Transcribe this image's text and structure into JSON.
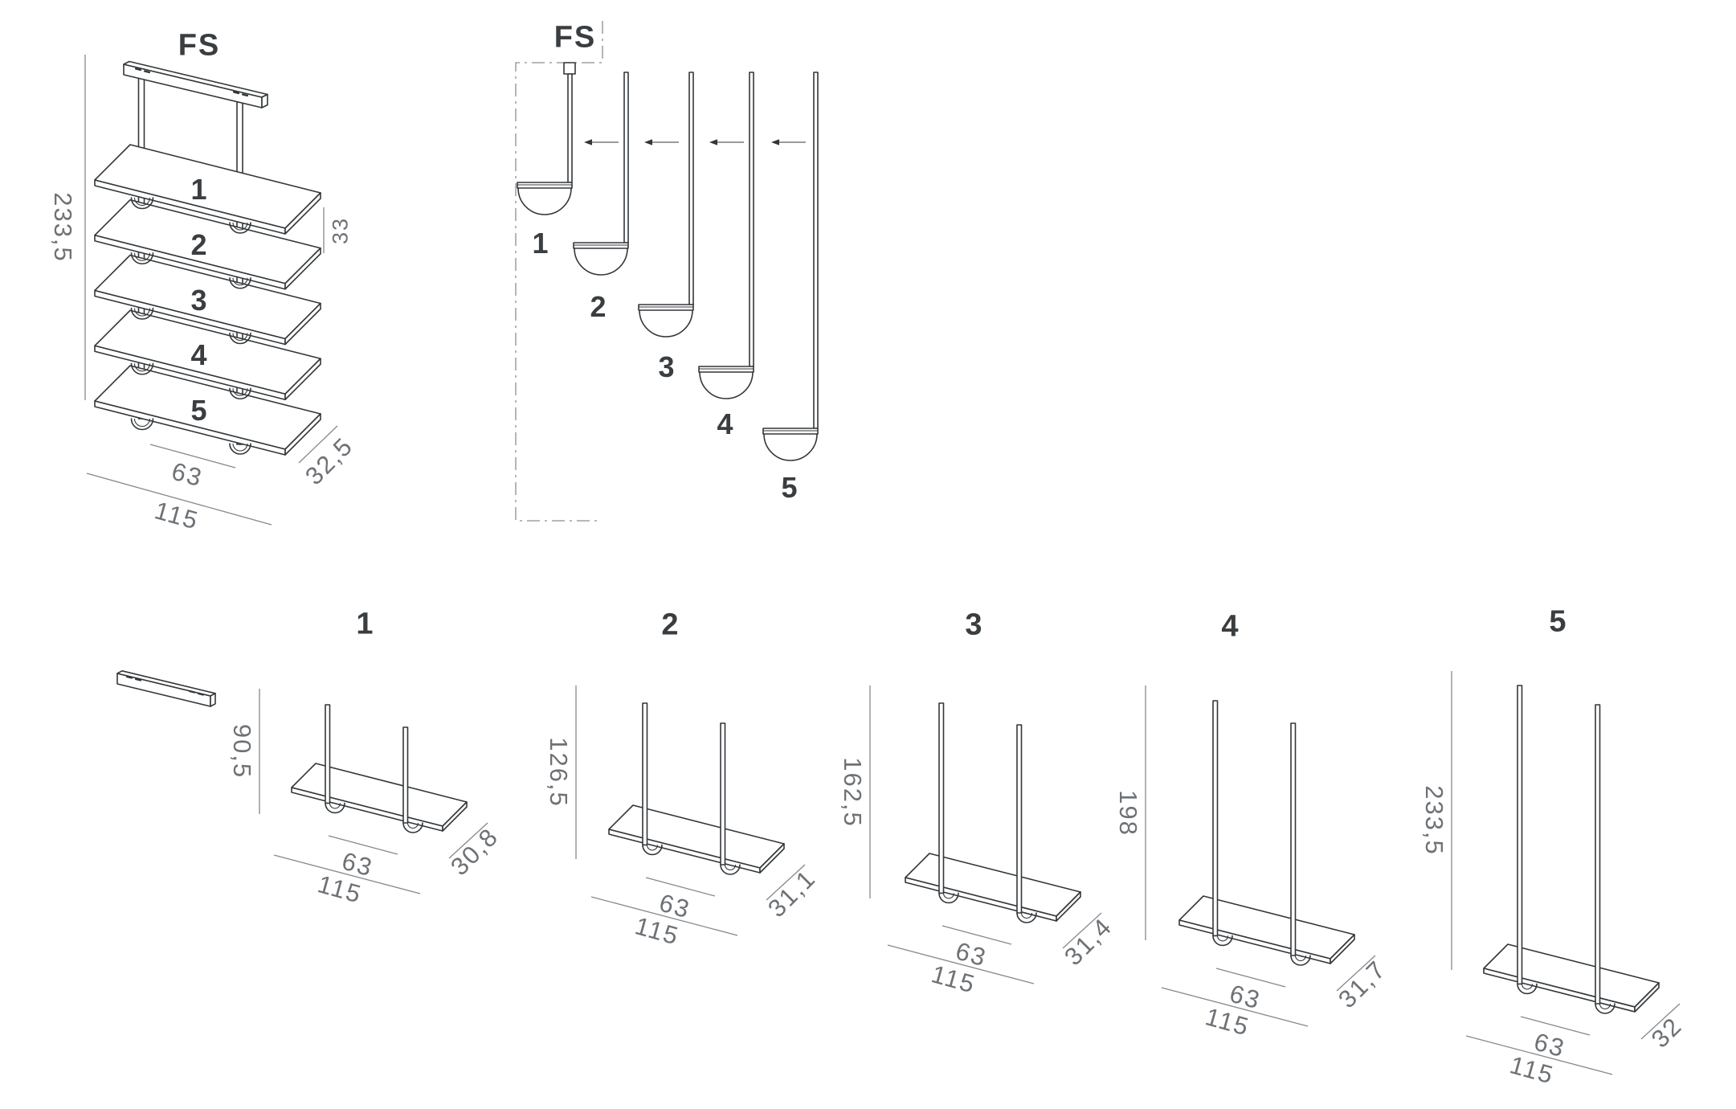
{
  "front_view": {
    "label": "FS",
    "height_dim": "233,5",
    "shelf_spacing_dim": "33",
    "inner_width_dim": "63",
    "outer_width_dim": "115",
    "depth_dim": "32,5",
    "shelf_numbers": [
      "1",
      "2",
      "3",
      "4",
      "5"
    ]
  },
  "side_view": {
    "label": "FS",
    "hook_numbers": [
      "1",
      "2",
      "3",
      "4",
      "5"
    ]
  },
  "configs": [
    {
      "label": "1",
      "height_dim": "90,5",
      "inner_width_dim": "63",
      "outer_width_dim": "115",
      "depth_dim": "30,8"
    },
    {
      "label": "2",
      "height_dim": "126,5",
      "inner_width_dim": "63",
      "outer_width_dim": "115",
      "depth_dim": "31,1"
    },
    {
      "label": "3",
      "height_dim": "162,5",
      "inner_width_dim": "63",
      "outer_width_dim": "115",
      "depth_dim": "31,4"
    },
    {
      "label": "4",
      "height_dim": "198",
      "inner_width_dim": "63",
      "outer_width_dim": "115",
      "depth_dim": "31,7"
    },
    {
      "label": "5",
      "height_dim": "233,5",
      "inner_width_dim": "63",
      "outer_width_dim": "115",
      "depth_dim": "32"
    }
  ],
  "colors": {
    "drawing_line": "#33373a",
    "dimension_text": "#6e7276",
    "label_text": "#3a3e41",
    "background": "#ffffff"
  }
}
